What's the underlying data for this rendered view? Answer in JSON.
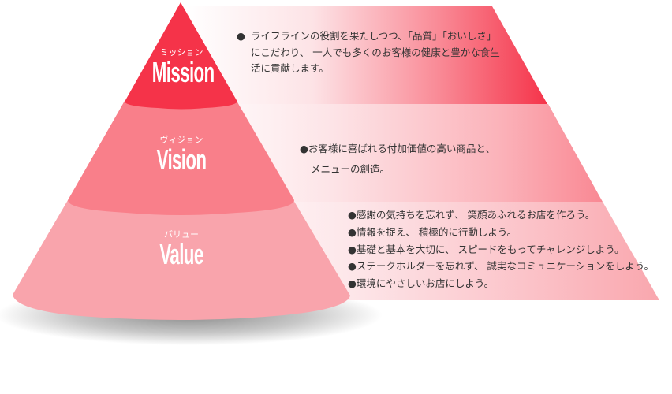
{
  "diagram": {
    "type": "pyramid",
    "colors": {
      "mission": "#f53349",
      "vision": "#f97f8a",
      "value": "#f9a4ac",
      "band_start": "#ffffff",
      "mission_band_end": "#f5344a",
      "vision_band_end": "#f98893",
      "value_band_end": "#f9a7ae",
      "text": "#333333",
      "label": "#ffffff"
    },
    "tiers": [
      {
        "id": "mission",
        "kana": "ミッション",
        "title": "Mission",
        "bullet": "●",
        "lines": [
          "ライフラインの役割を果たしつつ、「品質」「おいしさ」",
          "にこだわり、 一人でも多くのお客様の健康と豊かな食生",
          "活に貢献します。"
        ]
      },
      {
        "id": "vision",
        "kana": "ヴィジョン",
        "title": "Vision",
        "bullet": "●",
        "lines": [
          "お客様に喜ばれる付加価値の高い商品と、",
          "メニューの創造。"
        ]
      },
      {
        "id": "value",
        "kana": "バリュー",
        "title": "Value",
        "bullet": "●",
        "lines": [
          "感謝の気持ちを忘れず、 笑顔あふれるお店を作ろう。",
          "情報を捉え、 積極的に行動しよう。",
          "基礎と基本を大切に、 スピードをもってチャレンジしよう。",
          "ステークホルダーを忘れず、 誠実なコミュニケーションをしよう。",
          "環境にやさしいお店にしよう。"
        ]
      }
    ]
  }
}
